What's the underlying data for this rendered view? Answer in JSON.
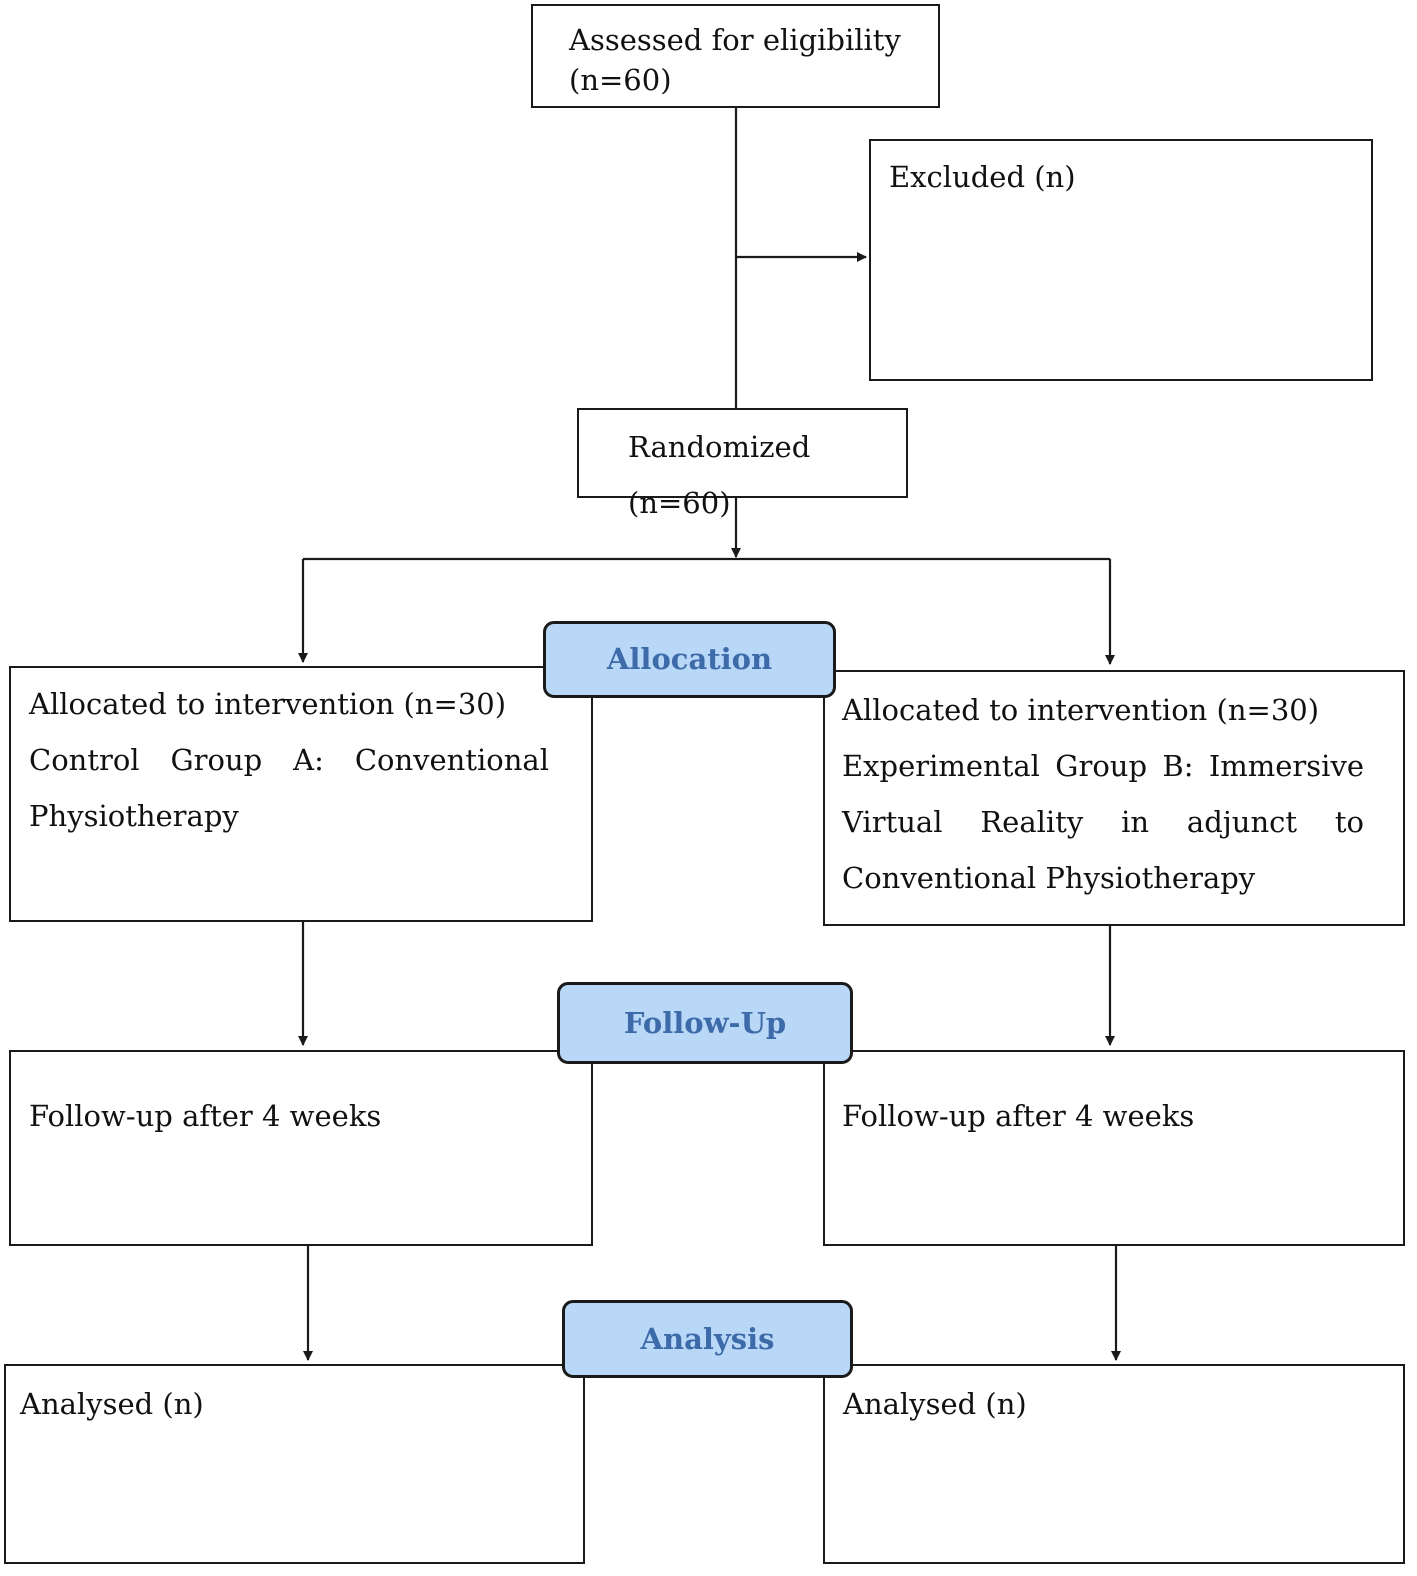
{
  "nodes": {
    "assessed": {
      "line1": "Assessed for eligibility",
      "line2": "(n=60)"
    },
    "excluded": {
      "text": "Excluded (n)"
    },
    "randomized": {
      "text": "Randomized (n=60)"
    },
    "allocated_a": {
      "line1": "Allocated to intervention (n=30)",
      "line2": "Control Group A: Conventional Physiotherapy"
    },
    "allocated_b": {
      "line1": "Allocated to intervention (n=30)",
      "line2": "Experimental Group B: Immersive Virtual Reality in adjunct to Conventional Physiotherapy"
    },
    "followup_a": {
      "text": "Follow-up after 4 weeks"
    },
    "followup_b": {
      "text": "Follow-up after 4 weeks"
    },
    "analysed_a": {
      "text": "Analysed (n)"
    },
    "analysed_b": {
      "text": "Analysed (n)"
    }
  },
  "phases": {
    "allocation": "Allocation",
    "follow_up": "Follow-Up",
    "analysis": "Analysis"
  },
  "colors": {
    "phase_fill": "#b9d7f7",
    "phase_text": "#3d6aa8",
    "line": "#1a1a1a"
  }
}
